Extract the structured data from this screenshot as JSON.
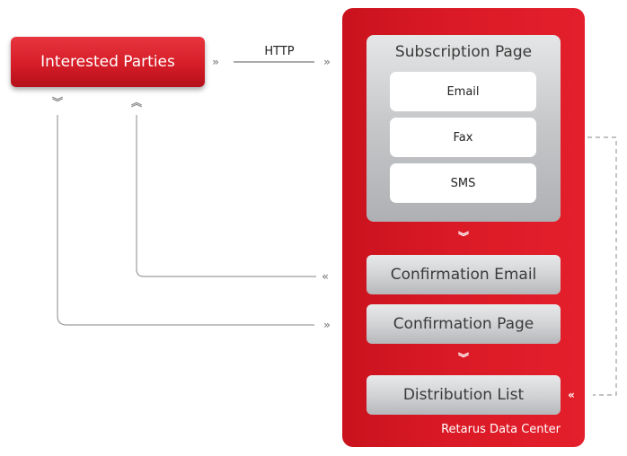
{
  "diagram": {
    "interested_parties": "Interested Parties",
    "http_label": "HTTP",
    "subscription_title": "Subscription Page",
    "options": [
      "Email",
      "Fax",
      "SMS"
    ],
    "confirmation_email": "Confirmation Email",
    "confirmation_page": "Confirmation Page",
    "distribution_list": "Distribution List",
    "data_center_label": "Retarus Data Center"
  },
  "icons": {
    "arrow_right": "»",
    "arrow_left": "«",
    "arrow_down": "︾",
    "arrow_up": "︽"
  },
  "colors": {
    "brand_red": "#d61d28",
    "panel_grey": "#c4c6c8",
    "line_grey": "#9b9da0"
  }
}
